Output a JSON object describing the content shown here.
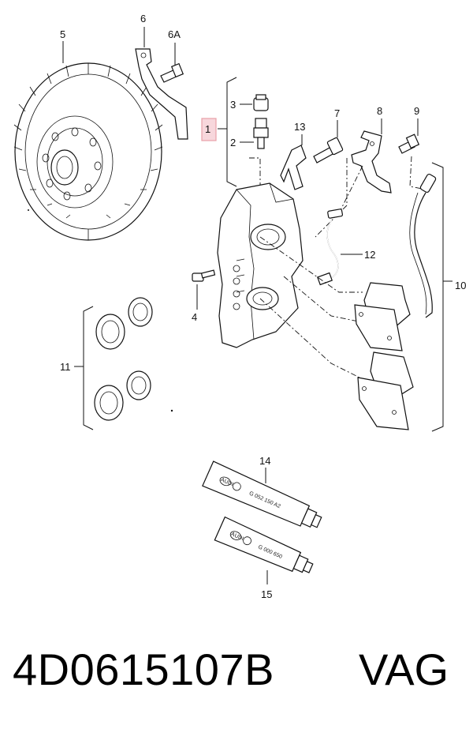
{
  "diagram": {
    "labels": {
      "l1": "1",
      "l2": "2",
      "l3": "3",
      "l4": "4",
      "l5": "5",
      "l6": "6",
      "l6a": "6A",
      "l7": "7",
      "l8": "8",
      "l9": "9",
      "l10": "10",
      "l11": "11",
      "l12": "12",
      "l13": "13",
      "l14": "14",
      "l15": "15"
    },
    "tube14": {
      "brand": "AUDI",
      "code": "G 052 150 A2"
    },
    "tube15": {
      "brand": "AUDI",
      "code": "G 000 650"
    },
    "highlight_color": "#e8a0a8"
  },
  "footer": {
    "part_number": "4D0615107B",
    "brand": "VAG"
  }
}
